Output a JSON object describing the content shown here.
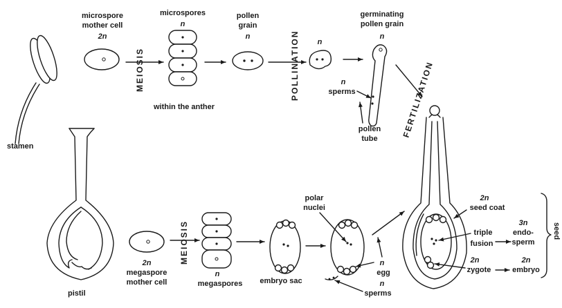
{
  "labels": {
    "stamen": "stamen",
    "pistil": "pistil",
    "microspore_mother_cell_1": "microspore",
    "microspore_mother_cell_2": "mother cell",
    "ploidy_2n_top": "2n",
    "microspores": "microspores",
    "n_microspores": "n",
    "meiosis_top": "MEIOSIS",
    "within_anther": "within the anther",
    "pollen_grain_1": "pollen",
    "pollen_grain_2": "grain",
    "n_pollen": "n",
    "pollination": "POLLINATION",
    "n_after_pollination": "n",
    "germinating_1": "germinating",
    "germinating_2": "pollen grain",
    "n_germinating": "n",
    "n_sperms_top": "n",
    "sperms_top": "sperms",
    "pollen_tube_1": "pollen",
    "pollen_tube_2": "tube",
    "fertilization": "FERTILIZATION",
    "ploidy_2n_megaspore": "2n",
    "megaspore_mother_1": "megaspore",
    "megaspore_mother_2": "mother cell",
    "meiosis_bottom": "MEIOSIS",
    "n_megaspores": "n",
    "megaspores": "megaspores",
    "embryo_sac": "embryo sac",
    "polar_nuclei_1": "polar",
    "polar_nuclei_2": "nuclei",
    "n_egg": "n",
    "egg": "egg",
    "n_sperms_bottom": "n",
    "sperms_bottom": "sperms",
    "seed_coat_2n": "2n",
    "seed_coat": "seed coat",
    "triple_fusion_1": "triple",
    "triple_fusion_2": "fusion",
    "endosperm_3n": "3n",
    "endosperm_1": "endo-",
    "endosperm_2": "sperm",
    "zygote_2n": "2n",
    "zygote": "zygote",
    "embryo_2n": "2n",
    "embryo": "embryo",
    "seed": "seed"
  }
}
